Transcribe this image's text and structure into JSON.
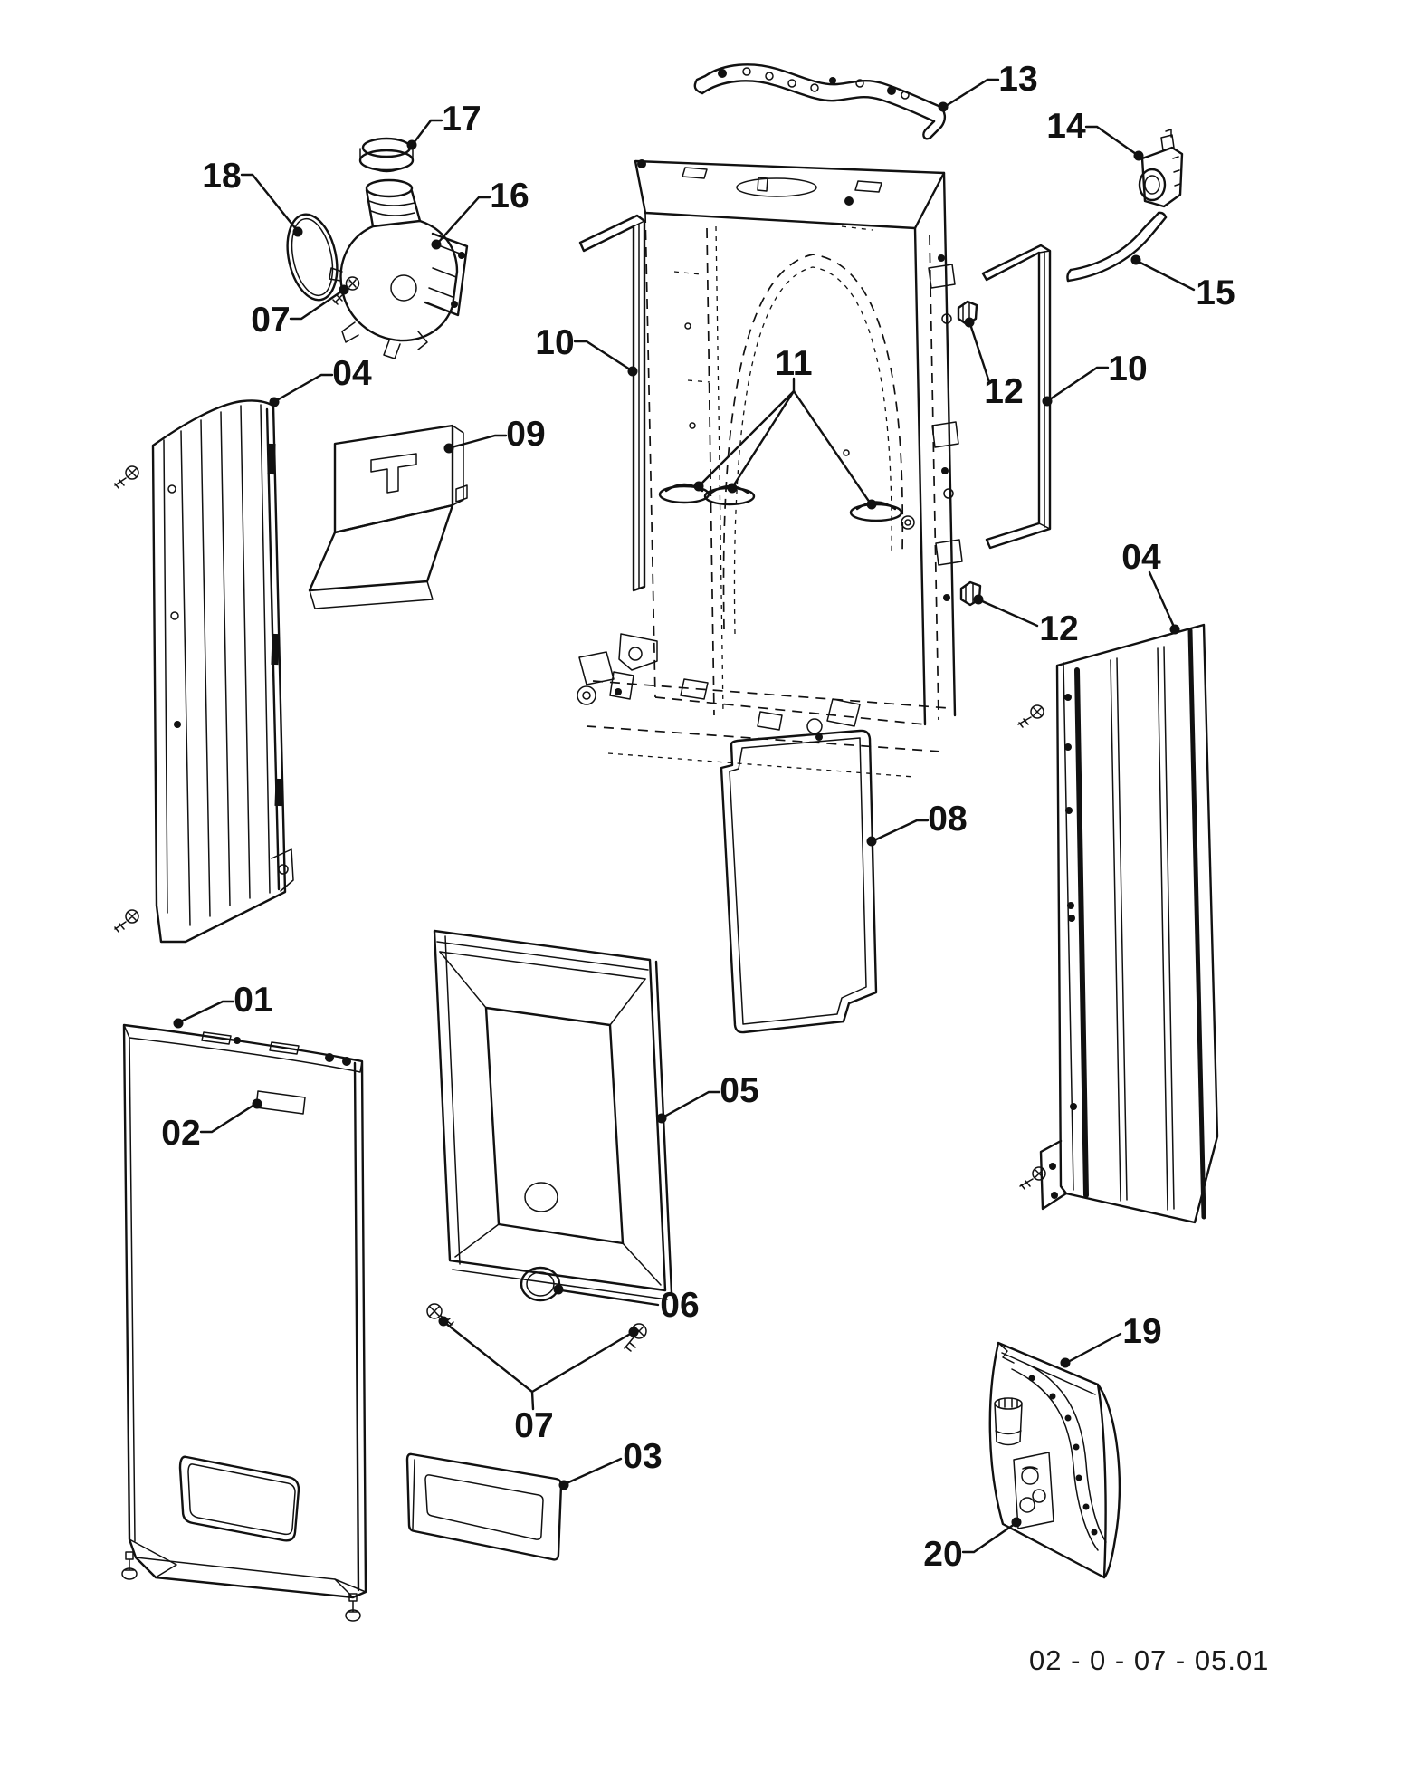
{
  "colors": {
    "ink": "#111111",
    "paper": "#ffffff"
  },
  "footer": {
    "code": "02 - 0 - 07 - 05.01"
  },
  "callouts": {
    "c01": "01",
    "c02": "02",
    "c03": "03",
    "c04_left": "04",
    "c04_right": "04",
    "c05": "05",
    "c06": "06",
    "c07_top": "07",
    "c07_bottom": "07",
    "c08": "08",
    "c09": "09",
    "c10_left": "10",
    "c10_right": "10",
    "c11": "11",
    "c12_top": "12",
    "c12_bottom": "12",
    "c13": "13",
    "c14": "14",
    "c15": "15",
    "c16": "16",
    "c17": "17",
    "c18": "18",
    "c19": "19",
    "c20": "20"
  }
}
